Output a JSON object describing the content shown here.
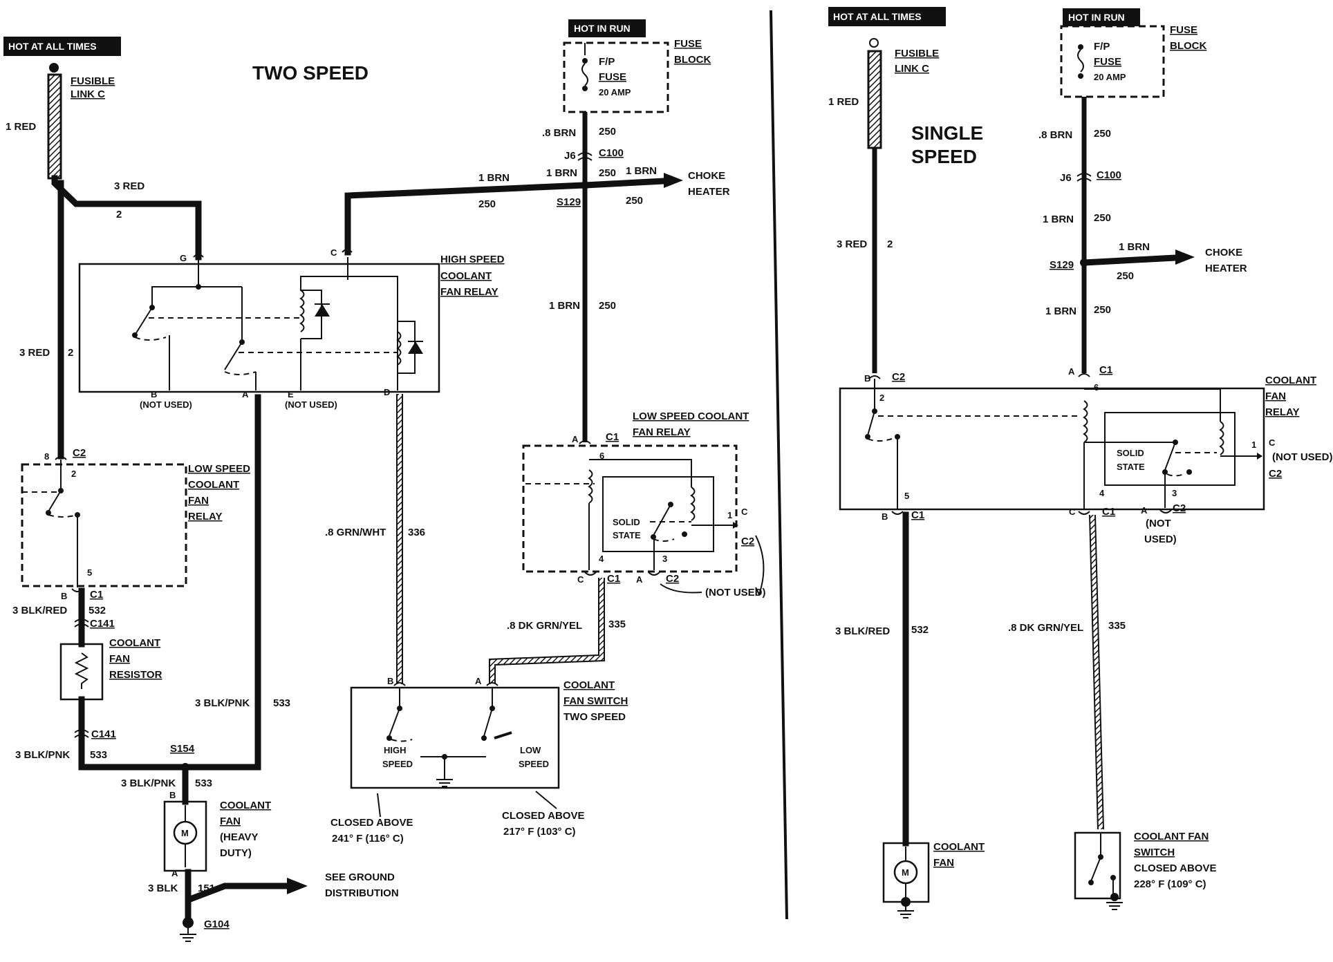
{
  "two_speed": {
    "title": "TWO SPEED",
    "hot_at_all_times": "HOT AT ALL TIMES",
    "hot_in_run": "HOT IN RUN",
    "fusible_link_1": "FUSIBLE",
    "fusible_link_2": "LINK C",
    "red1": "1 RED",
    "red3_top": "3 RED",
    "red3_top_num": "2",
    "red3_left": "3 RED",
    "red3_left_num": "2",
    "fuse_block_1": "FUSE",
    "fuse_block_2": "BLOCK",
    "fp_fuse_1": "F/P",
    "fp_fuse_2": "FUSE",
    "fp_fuse_amp": "20 AMP",
    "brn08": ".8 BRN",
    "brn08_num": "250",
    "j6": "J6",
    "c100": "C100",
    "brn1_a": "1 BRN",
    "brn1_a_num": "250",
    "brn1_left": "1 BRN",
    "brn1_left_num": "250",
    "brn1_right": "1 BRN",
    "brn1_right_num": "250",
    "s129": "S129",
    "choke_1": "CHOKE",
    "choke_2": "HEATER",
    "brn1_mid": "1 BRN",
    "brn1_mid_num": "250",
    "hs_relay_1": "HIGH SPEED",
    "hs_relay_2": "COOLANT",
    "hs_relay_3": "FAN RELAY",
    "pin_g": "G",
    "pin_c": "C",
    "pin_b": "B",
    "pin_a": "A",
    "pin_e": "E",
    "pin_d": "D",
    "not_used": "(NOT USED)",
    "ls_relay_1": "LOW SPEED",
    "ls_relay_2": "COOLANT",
    "ls_relay_3": "FAN",
    "ls_relay_4": "RELAY",
    "c2": "C2",
    "c1": "C1",
    "pin8": "8",
    "pin2": "2",
    "pin5": "5",
    "blk_red": "3 BLK/RED",
    "blk_red_num": "532",
    "c141": "C141",
    "resistor_1": "COOLANT",
    "resistor_2": "FAN",
    "resistor_3": "RESISTOR",
    "blk_pnk_a": "3 BLK/PNK",
    "blk_pnk_a_num": "533",
    "blk_pnk_b": "3 BLK/PNK",
    "blk_pnk_b_num": "533",
    "blk_pnk_c": "3 BLK/PNK",
    "blk_pnk_c_num": "533",
    "s154": "S154",
    "fan_1": "COOLANT",
    "fan_2": "FAN",
    "fan_3": "(HEAVY",
    "fan_4": "DUTY)",
    "motor": "M",
    "blk3": "3 BLK",
    "blk3_num": "151",
    "g104": "G104",
    "see_ground_1": "SEE GROUND",
    "see_ground_2": "DISTRIBUTION",
    "grn_wht": ".8 GRN/WHT",
    "grn_wht_num": "336",
    "lsc_relay_1": "LOW SPEED COOLANT",
    "lsc_relay_2": "FAN RELAY",
    "solid_1": "SOLID",
    "solid_2": "STATE",
    "pin6": "6",
    "pin4": "4",
    "pin3": "3",
    "pin1": "1",
    "not_used2": "(NOT USED)",
    "dk_grn_yel": ".8 DK GRN/YEL",
    "dk_grn_yel_num": "335",
    "switch_1": "COOLANT",
    "switch_2": "FAN SWITCH",
    "switch_3": "TWO SPEED",
    "high_1": "HIGH",
    "high_2": "SPEED",
    "low_1": "LOW",
    "low_2": "SPEED",
    "closed_hi_1": "CLOSED ABOVE",
    "closed_hi_2": "241° F (116° C)",
    "closed_lo_1": "CLOSED ABOVE",
    "closed_lo_2": "217° F (103° C)"
  },
  "single_speed": {
    "title_1": "SINGLE",
    "title_2": "SPEED",
    "hot_at_all_times": "HOT AT ALL TIMES",
    "hot_in_run": "HOT IN RUN",
    "fusible_link_1": "FUSIBLE",
    "fusible_link_2": "LINK C",
    "red1": "1 RED",
    "red3": "3 RED",
    "red3_num": "2",
    "fuse_block_1": "FUSE",
    "fuse_block_2": "BLOCK",
    "fp_fuse_1": "F/P",
    "fp_fuse_2": "FUSE",
    "fp_fuse_amp": "20 AMP",
    "brn08": ".8 BRN",
    "brn08_num": "250",
    "j6": "J6",
    "c100": "C100",
    "brn1_a": "1 BRN",
    "brn1_a_num": "250",
    "brn1_b": "1 BRN",
    "brn1_b_num": "250",
    "choke_brn": "1 BRN",
    "choke_num": "250",
    "s129": "S129",
    "choke_1": "CHOKE",
    "choke_2": "HEATER",
    "relay_1": "COOLANT",
    "relay_2": "FAN",
    "relay_3": "RELAY",
    "pin_b": "B",
    "pin_a": "A",
    "pin_c": "C",
    "c1": "C1",
    "c2": "C2",
    "pin2": "2",
    "pin6": "6",
    "pin5": "5",
    "pin4": "4",
    "pin3": "3",
    "pin1": "1",
    "solid_1": "SOLID",
    "solid_2": "STATE",
    "not_used_1": "(NOT",
    "not_used_2": "USED)",
    "not_used_c": "(NOT USED)",
    "blk_red": "3 BLK/RED",
    "blk_red_num": "532",
    "dk_grn_yel": ".8 DK GRN/YEL",
    "dk_grn_yel_num": "335",
    "fan_1": "COOLANT",
    "fan_2": "FAN",
    "motor": "M",
    "switch_1": "COOLANT FAN",
    "switch_2": "SWITCH",
    "switch_3": "CLOSED ABOVE",
    "switch_4": "228° F (109° C)"
  }
}
